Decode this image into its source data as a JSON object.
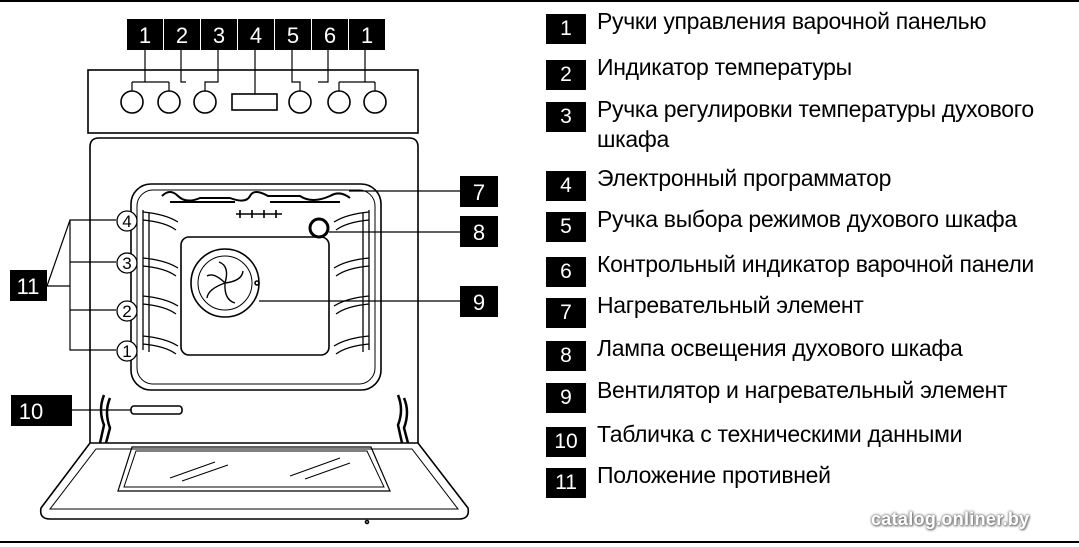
{
  "diagram": {
    "top_callouts": [
      "1",
      "2",
      "3",
      "4",
      "5",
      "6",
      "1"
    ],
    "side_callouts": [
      "7",
      "8",
      "9",
      "10",
      "11"
    ],
    "shelf_positions": [
      "4",
      "3",
      "2",
      "1"
    ]
  },
  "legend": [
    {
      "num": "1",
      "text": "Ручки управления варочной панелью"
    },
    {
      "num": "2",
      "text": "Индикатор температуры"
    },
    {
      "num": "3",
      "text": "Ручка регулировки температуры духового шкафа"
    },
    {
      "num": "4",
      "text": "Электронный программатор"
    },
    {
      "num": "5",
      "text": "Ручка выбора режимов духового шкафа"
    },
    {
      "num": "6",
      "text": "Контрольный индикатор варочной панели"
    },
    {
      "num": "7",
      "text": "Нагревательный элемент"
    },
    {
      "num": "8",
      "text": "Лампа освещения духового шкафа"
    },
    {
      "num": "9",
      "text": "Вентилятор и нагревательный элемент"
    },
    {
      "num": "10",
      "text": "Табличка с техническими данными"
    },
    {
      "num": "11",
      "text": "Положение противней"
    }
  ],
  "watermark": "catalog.onliner.by"
}
